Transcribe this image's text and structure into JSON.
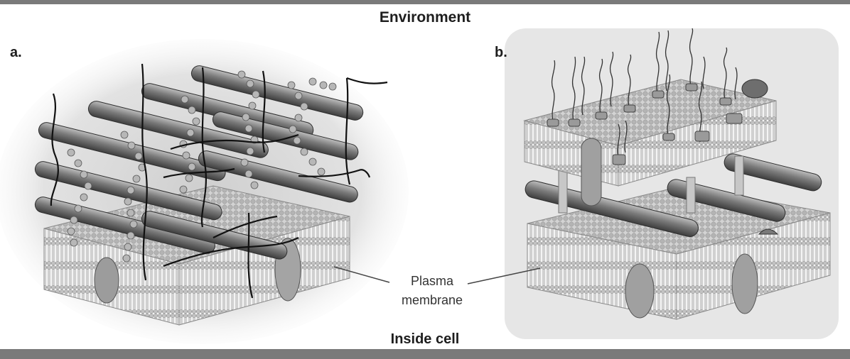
{
  "labels": {
    "environment": "Environment",
    "inside_cell": "Inside cell",
    "panel_a": "a.",
    "panel_b": "b.",
    "plasma_line1": "Plasma",
    "plasma_line2": "membrane"
  }
}
